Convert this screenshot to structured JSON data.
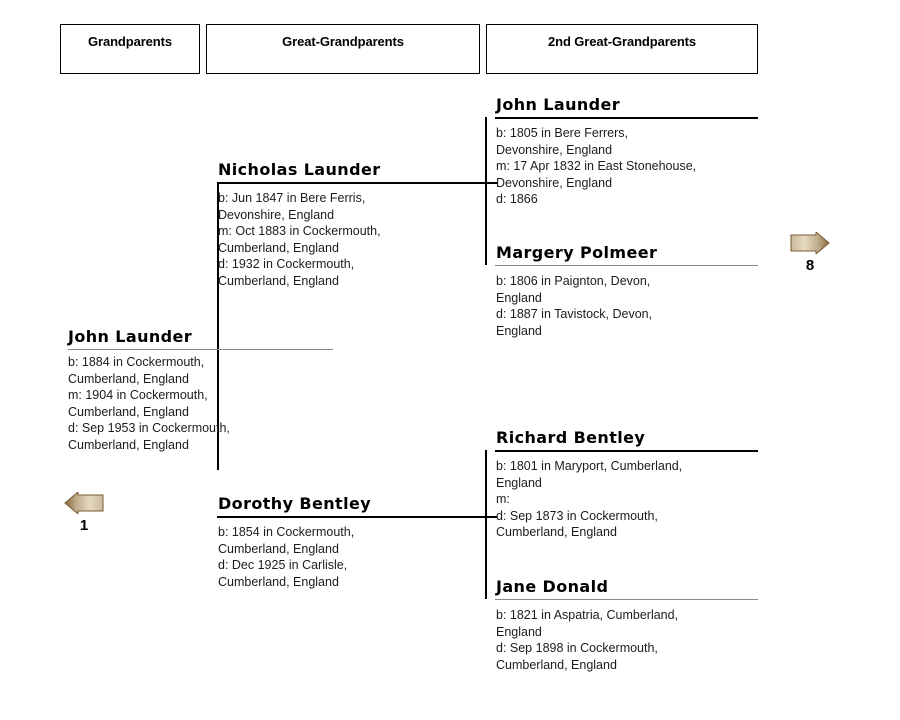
{
  "chart": {
    "type": "pedigree",
    "headers": [
      {
        "id": "grandparents",
        "label": "Grandparents"
      },
      {
        "id": "great-grandparents",
        "label": "Great-Grandparents"
      },
      {
        "id": "second-great",
        "label": "2nd Great-Grandparents"
      }
    ],
    "people": [
      {
        "id": "john-launder-self",
        "generation": "grandparents",
        "name": "John Launder",
        "details": [
          "b: 1884 in Cockermouth,",
          "Cumberland, England",
          "m: 1904 in Cockermouth,",
          "Cumberland, England",
          "d: Sep 1953 in Cockermouth,",
          "Cumberland, England"
        ]
      },
      {
        "id": "nicholas-launder",
        "generation": "great-grandparents",
        "name": "Nicholas Launder",
        "details": [
          "b: Jun 1847 in Bere Ferris,",
          "Devonshire, England",
          "m: Oct 1883 in Cockermouth,",
          "Cumberland, England",
          "d: 1932 in Cockermouth,",
          "Cumberland, England"
        ]
      },
      {
        "id": "dorothy-bentley",
        "generation": "great-grandparents",
        "name": "Dorothy Bentley",
        "details": [
          "b: 1854 in Cockermouth,",
          "Cumberland, England",
          "d: Dec 1925 in Carlisle,",
          "Cumberland, England"
        ]
      },
      {
        "id": "john-launder-ggf",
        "generation": "second-great",
        "name": "John Launder",
        "details": [
          "b: 1805 in Bere Ferrers,",
          "Devonshire, England",
          "m: 17 Apr 1832 in East Stonehouse,",
          "Devonshire, England",
          "d: 1866"
        ]
      },
      {
        "id": "margery-polmeer",
        "generation": "second-great",
        "name": "Margery Polmeer",
        "details": [
          "b: 1806 in Paignton, Devon,",
          "England",
          "d: 1887 in Tavistock, Devon,",
          "England"
        ]
      },
      {
        "id": "richard-bentley",
        "generation": "second-great",
        "name": "Richard Bentley",
        "details": [
          "b: 1801 in Maryport, Cumberland,",
          "England",
          "m:",
          "d: Sep 1873 in Cockermouth,",
          "Cumberland, England"
        ]
      },
      {
        "id": "jane-donald",
        "generation": "second-great",
        "name": "Jane Donald",
        "details": [
          "b: 1821 in Aspatria, Cumberland,",
          "England",
          "d: Sep 1898 in Cockermouth,",
          "Cumberland, England"
        ]
      }
    ]
  },
  "navigation": {
    "back": {
      "icon": "arrow-left-icon",
      "number": "1"
    },
    "forward": {
      "icon": "arrow-right-icon",
      "number": "8"
    }
  },
  "colors": {
    "line": "#000000",
    "thin_line": "#8a8a8a",
    "text": "#000000",
    "detail_text": "#1c1c1c",
    "arrow_body": "#c8b99a",
    "arrow_head": "#8a6a3d",
    "arrow_highlight": "#e8dcc4"
  }
}
